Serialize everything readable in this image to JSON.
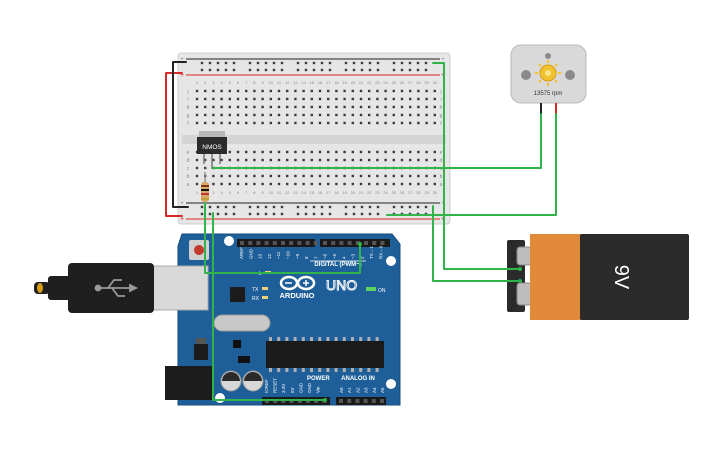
{
  "breadboard": {
    "row_letters_top": [
      "j",
      "i",
      "h",
      "g",
      "f"
    ],
    "row_letters_bottom": [
      "e",
      "d",
      "c",
      "b",
      "a"
    ],
    "column_count": 30,
    "rail_plus": "+",
    "rail_minus": "-"
  },
  "mosfet": {
    "label": "NMOS"
  },
  "motor": {
    "rpm_text": "13575 rpm"
  },
  "battery": {
    "label": "9V"
  },
  "arduino": {
    "brand": "ARDUINO",
    "model": "UNO",
    "digital_header": "DIGITAL (PWM~)",
    "digital_pins": [
      "AREF",
      "GND",
      "13",
      "12",
      "~11",
      "~10",
      "~9",
      "8",
      "7",
      "~6",
      "~5",
      "4",
      "~3",
      "2",
      "TX→1",
      "RX←0"
    ],
    "power_header": "POWER",
    "power_pins": [
      "IOREF",
      "RESET",
      "3.3V",
      "5V",
      "GND",
      "GND",
      "Vin"
    ],
    "analog_header": "ANALOG IN",
    "analog_pins": [
      "A0",
      "A1",
      "A2",
      "A3",
      "A4",
      "A5"
    ],
    "led_labels": {
      "l": "L",
      "tx": "TX",
      "rx": "RX",
      "on": "ON"
    }
  },
  "colors": {
    "wire_green": "#2fb34a",
    "wire_red": "#d62828",
    "wire_black": "#222222",
    "board_blue": "#1f5f99",
    "battery_orange": "#e08a3a",
    "battery_black": "#2b2b2b"
  }
}
